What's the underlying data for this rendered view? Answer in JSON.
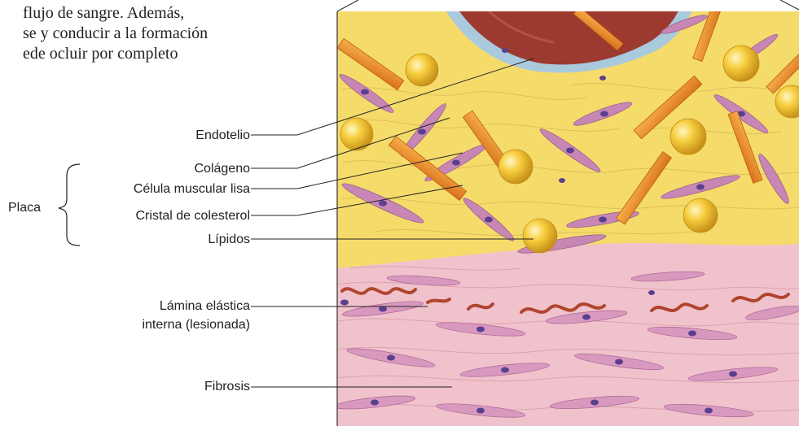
{
  "intro_text": [
    "flujo de sangre. Además,",
    "se y conducir a la formación",
    "ede ocluir por completo"
  ],
  "labels": {
    "endotelio": "Endotelio",
    "colageno": "Colágeno",
    "celula_muscular": "Célula muscular lisa",
    "cristal_colesterol": "Cristal de colesterol",
    "lipidos": "Lípidos",
    "lamina_line1": "Lámina elástica",
    "lamina_line2": "interna (lesionada)",
    "fibrosis": "Fibrosis",
    "placa": "Placa"
  },
  "colors": {
    "plaque_yellow": "#f5dc6a",
    "lumen_red": "#9c3a30",
    "endothelium_blue": "#a9c9dd",
    "tissue_pink": "#f0c2cc",
    "crystal_orange": "#e98a2a",
    "lipid_gold": "#f3c12e",
    "smooth_muscle": "#c886b4",
    "nucleus_purple": "#5a3f8f",
    "elastic_lamina": "#b0452e"
  }
}
